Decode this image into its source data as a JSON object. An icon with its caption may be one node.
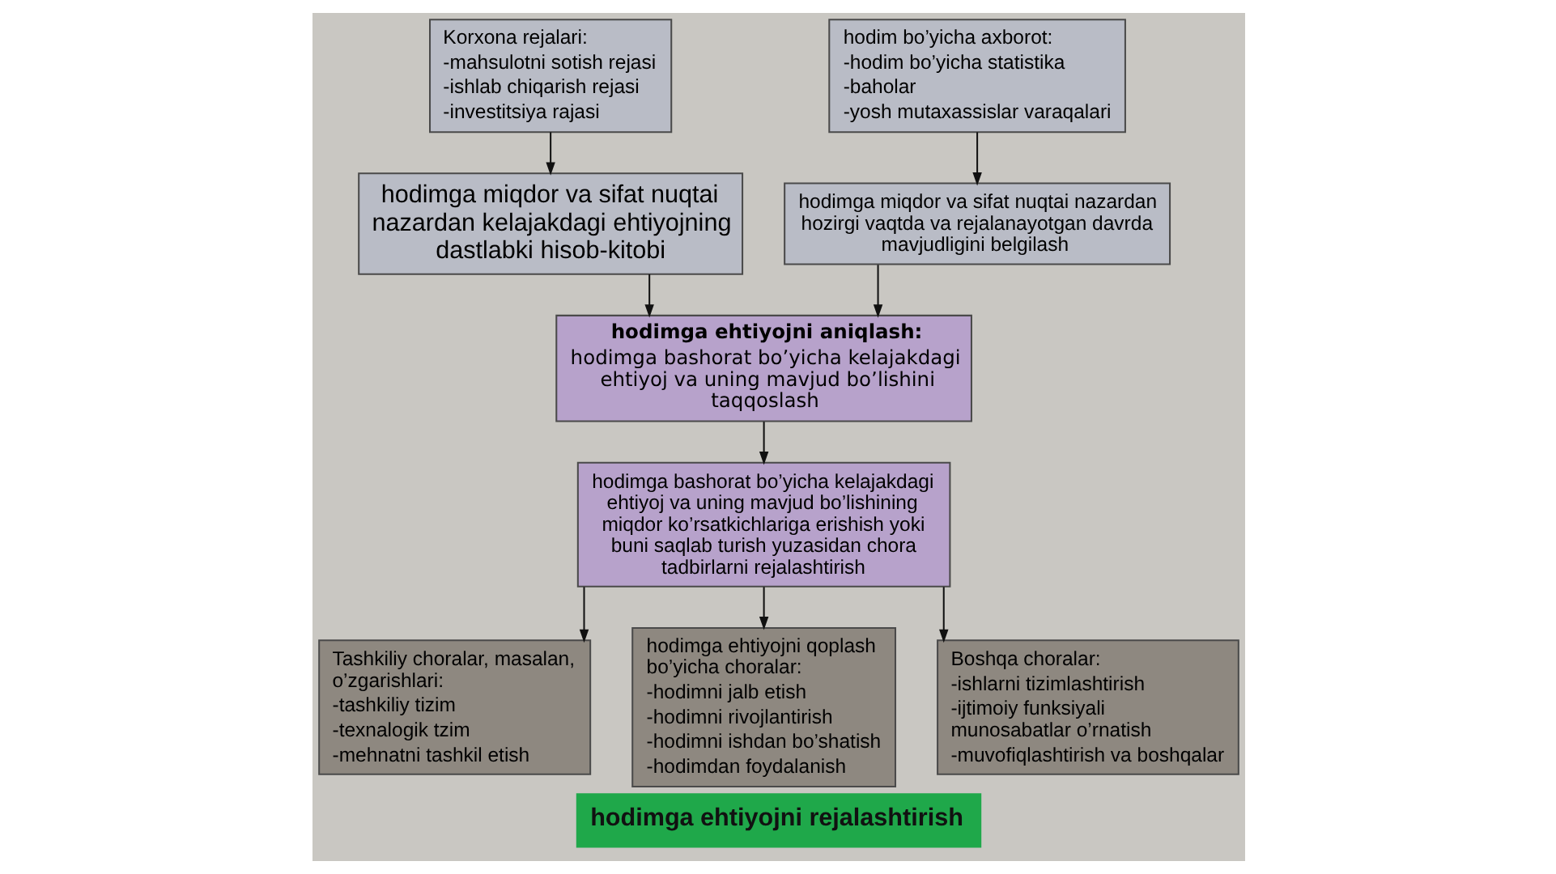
{
  "diagram": {
    "title": "hodimga ehtiyojni rejalashtirish",
    "nodes": [
      {
        "text": [
          "Korxona rejalari:",
          "-mahsulotni sotish rejasi",
          "-ishlab chiqarish rejasi",
          "-investitsiya rajasi"
        ]
      },
      {
        "text": [
          "hodim bo’yicha axborot:",
          "-hodim bo’yicha statistika",
          "-baholar",
          "-yosh mutaxassislar varaqalari"
        ]
      },
      {
        "text": [
          "hodimga miqdor va sifat nuqtai nazardan kelajakdagi ehtiyojning dastlabki hisob-kitobi"
        ]
      },
      {
        "text": [
          "hodimga miqdor va sifat nuqtai nazardan hozirgi vaqtda va rejalanayotgan davrda mavjudligini belgilash"
        ]
      },
      {
        "text": [
          "hodimga ehtiyojni aniqlash:",
          "hodimga bashorat bo’yicha kelajakdagi ehtiyoj va uning mavjud bo’lishini taqqoslash"
        ]
      },
      {
        "text": [
          "hodimga bashorat bo’yicha kelajakdagi ehtiyoj va uning mavjud bo’lishining miqdor ko’rsatkichlariga erishish yoki buni saqlab turish yuzasidan chora tadbirlarni rejalashtirish"
        ]
      },
      {
        "text": [
          "Tashkiliy choralar, masalan, o’zgarishlari:",
          "-tashkiliy tizim",
          "-texnalogik tzim",
          "-mehnatni tashkil etish"
        ]
      },
      {
        "text": [
          "hodimga ehtiyojni qoplash bo’yicha choralar:",
          "-hodimni jalb etish",
          "-hodimni rivojlantirish",
          "-hodimni ishdan bo’shatish",
          "-hodimdan foydalanish"
        ]
      },
      {
        "text": [
          "Boshqa choralar:",
          "-ishlarni tizimlashtirish",
          "-ijtimoiy funksiyali munosabatlar o’rnatish",
          "-muvofiqlashtirish va boshqalar"
        ]
      }
    ],
    "edges": [
      {
        "from": 0,
        "to": 2,
        "arrow": "to"
      },
      {
        "from": 1,
        "to": 3,
        "arrow": "to"
      },
      {
        "from": 2,
        "to": 4,
        "arrow": "to"
      },
      {
        "from": 3,
        "to": 4,
        "arrow": "to"
      },
      {
        "from": 4,
        "to": 5,
        "arrow": "to"
      },
      {
        "from": 5,
        "to": 6,
        "arrow": "to"
      },
      {
        "from": 5,
        "to": 7,
        "arrow": "to"
      },
      {
        "from": 5,
        "to": 8,
        "arrow": "to"
      }
    ]
  }
}
